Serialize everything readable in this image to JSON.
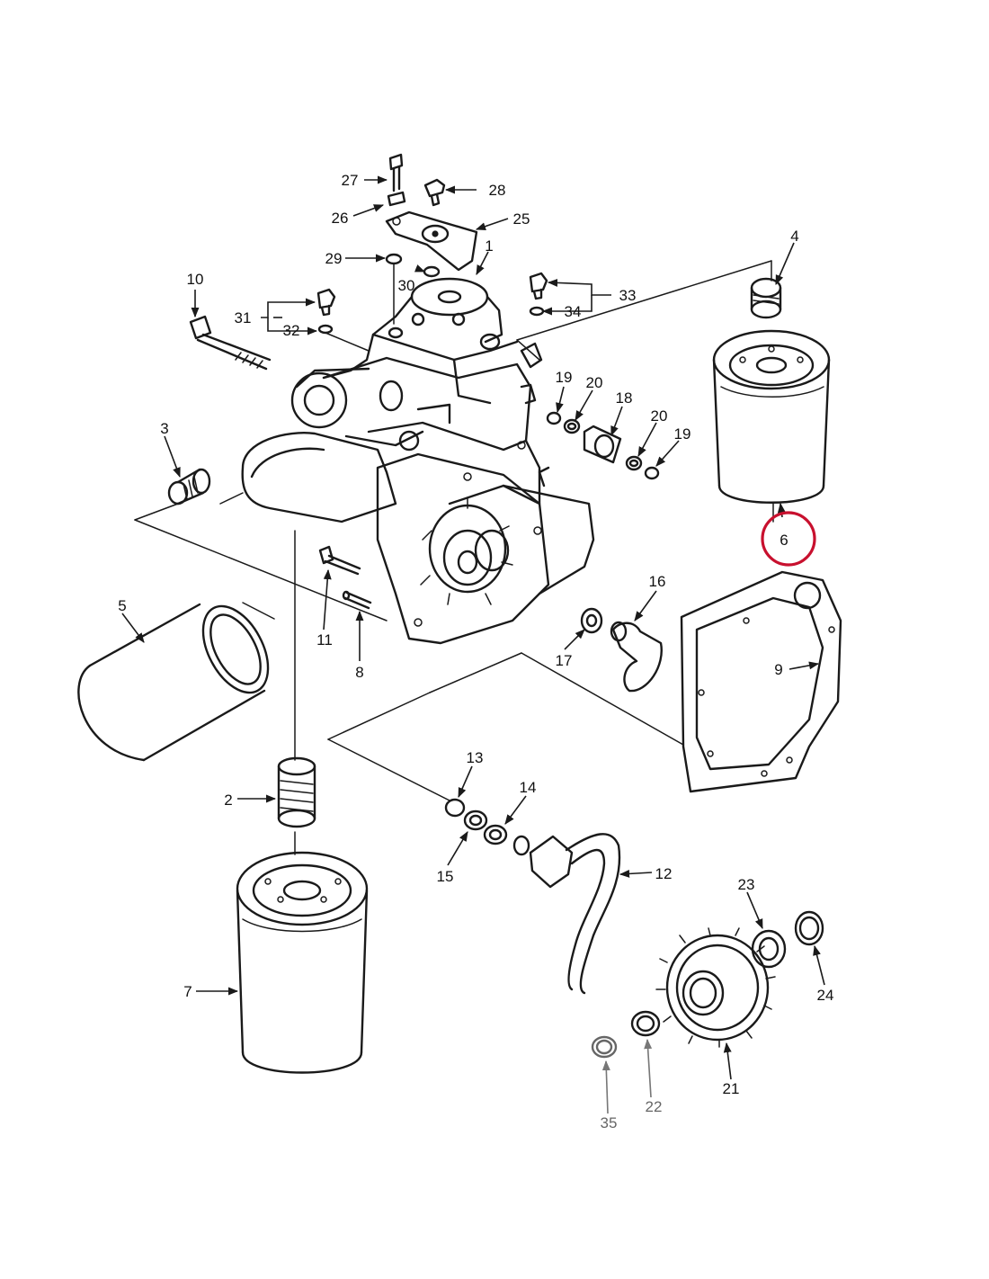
{
  "diagram": {
    "highlight_color": "#c8102e",
    "highlighted_callout": "6",
    "callouts": {
      "c1": "1",
      "c2": "2",
      "c3": "3",
      "c4": "4",
      "c5": "5",
      "c6": "6",
      "c7": "7",
      "c8": "8",
      "c9": "9",
      "c10": "10",
      "c11": "11",
      "c12": "12",
      "c13": "13",
      "c14": "14",
      "c15": "15",
      "c16": "16",
      "c17": "17",
      "c18": "18",
      "c19a": "19",
      "c19b": "19",
      "c20a": "20",
      "c20b": "20",
      "c21": "21",
      "c22": "22",
      "c23": "23",
      "c24": "24",
      "c25": "25",
      "c26": "26",
      "c27": "27",
      "c28": "28",
      "c29": "29",
      "c30": "30",
      "c31": "31",
      "c32": "32",
      "c33": "33",
      "c34": "34",
      "c35": "35"
    }
  }
}
